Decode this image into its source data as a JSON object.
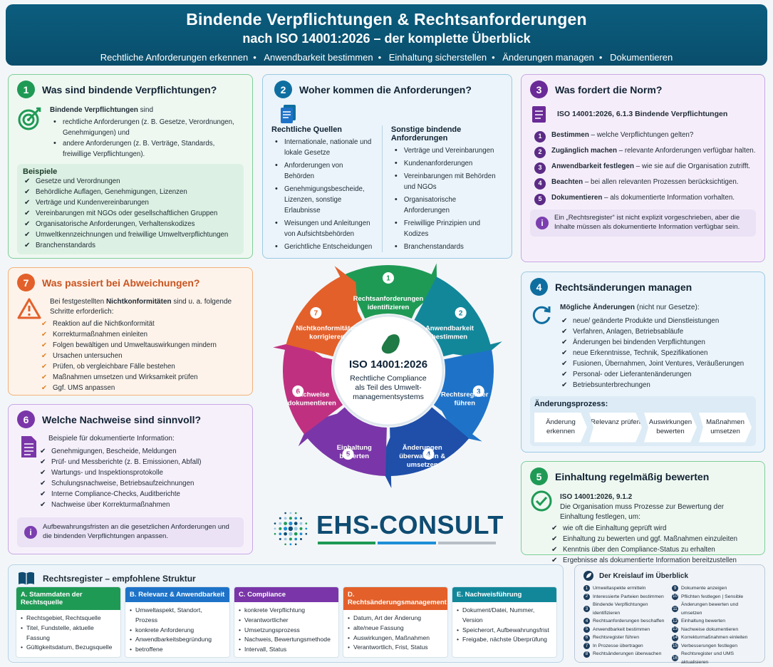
{
  "header": {
    "title": "Bindende Verpflichtungen & Rechtsanforderungen",
    "subtitle": "nach ISO 14001:2026 – der komplette Überblick",
    "nav": [
      "Rechtliche Anforderungen erkennen",
      "Anwendbarkeit bestimmen",
      "Einhaltung sicherstellen",
      "Änderungen managen",
      "Dokumentieren"
    ]
  },
  "c1": {
    "num": "1",
    "title": "Was sind bindende Verpflichtungen?",
    "intro_bold": "Bindende Verpflichtungen",
    "intro_rest": " sind",
    "points": [
      "rechtliche Anforderungen (z. B. Gesetze, Verordnungen, Genehmigungen) und",
      "andere Anforderungen (z. B. Verträge, Standards, freiwillige Verpflichtungen)."
    ],
    "beispiele_title": "Beispiele",
    "beispiele": [
      "Gesetze und Verordnungen",
      "Behördliche Auflagen, Genehmigungen, Lizenzen",
      "Verträge und Kundenvereinbarungen",
      "Vereinbarungen mit NGOs oder gesellschaftlichen Gruppen",
      "Organisatorische Anforderungen, Verhaltenskodizes",
      "Umweltkennzeichnungen und freiwillige Umweltverpflichtungen",
      "Branchenstandards"
    ]
  },
  "c2": {
    "num": "2",
    "title": "Woher kommen die Anforderungen?",
    "left_title": "Rechtliche Quellen",
    "left": [
      "Internationale, nationale und lokale Gesetze",
      "Anforderungen von Behörden",
      "Genehmigungsbescheide, Lizenzen, sonstige Erlaubnisse",
      "Weisungen und Anleitungen von Aufsichtsbehörden",
      "Gerichtliche Entscheidungen"
    ],
    "right_title": "Sonstige bindende Anforderungen",
    "right": [
      "Verträge und Vereinbarungen",
      "Kundenanforderungen",
      "Vereinbarungen mit Behörden und NGOs",
      "Organisatorische Anforderungen",
      "Freiwillige Prinzipien und Kodizes",
      "Branchenstandards"
    ]
  },
  "c3": {
    "num": "3",
    "title": "Was fordert die Norm?",
    "norm": "ISO 14001:2026, 6.1.3 Bindende Verpflichtungen",
    "items": [
      {
        "n": "1",
        "b": "Bestimmen",
        "t": " – welche Verpflichtungen gelten?"
      },
      {
        "n": "2",
        "b": "Zugänglich machen",
        "t": " – relevante Anforderungen verfügbar halten."
      },
      {
        "n": "3",
        "b": "Anwendbarkeit festlegen",
        "t": " – wie sie auf die Organisation zutrifft."
      },
      {
        "n": "4",
        "b": "Beachten",
        "t": " – bei allen relevanten Prozessen berücksichtigen."
      },
      {
        "n": "5",
        "b": "Dokumentieren",
        "t": " – als dokumentierte Information vorhalten."
      }
    ],
    "info": "Ein „Rechtsregister“ ist nicht explizit vorgeschrieben, aber die Inhalte müssen als dokumentierte Information verfügbar sein."
  },
  "c7": {
    "num": "7",
    "title": "Was passiert bei Abweichungen?",
    "intro_a": "Bei festgestellten ",
    "intro_b": "Nichtkonformitäten",
    "intro_c": " sind u. a. folgende Schritte erforderlich:",
    "items": [
      "Reaktion auf die Nichtkonformität",
      "Korrekturmaßnahmen einleiten",
      "Folgen bewältigen und Umweltauswirkungen mindern",
      "Ursachen untersuchen",
      "Prüfen, ob vergleichbare Fälle bestehen",
      "Maßnahmen umsetzen und Wirksamkeit prüfen",
      "Ggf. UMS anpassen"
    ]
  },
  "c6": {
    "num": "6",
    "title": "Welche Nachweise sind sinnvoll?",
    "intro": "Beispiele für dokumentierte Information:",
    "items": [
      "Genehmigungen, Bescheide, Meldungen",
      "Prüf- und Messberichte (z. B. Emissionen, Abfall)",
      "Wartungs- und Inspektionsprotokolle",
      "Schulungsnachweise, Betriebsaufzeichnungen",
      "Interne Compliance-Checks, Auditberichte",
      "Nachweise über Korrekturmaßnahmen"
    ],
    "info": "Aufbewahrungsfristen an die gesetzlichen Anforderungen und die bindenden Verpflichtungen anpassen."
  },
  "c4": {
    "num": "4",
    "title": "Rechtsänderungen managen",
    "intro_b": "Mögliche Änderungen",
    "intro_r": " (nicht nur Gesetze):",
    "items": [
      "neue/ geänderte Produkte und Dienstleistungen",
      "Verfahren, Anlagen, Betriebsabläufe",
      "Änderungen bei bindenden Verpflichtungen",
      "neue Erkenntnisse, Technik, Spezifikationen",
      "Fusionen, Übernahmen, Joint Ventures, Veräußerungen",
      "Personal- oder Lieferantenänderungen",
      "Betriebsunterbrechungen"
    ],
    "process_title": "Änderungsprozess:",
    "process": [
      "Änderung erkennen",
      "Relevanz prüfen",
      "Auswirkungen bewerten",
      "Maßnahmen umsetzen"
    ]
  },
  "c5": {
    "num": "5",
    "title": "Einhaltung regelmäßig bewerten",
    "norm": "ISO 14001:2026, 9.1.2",
    "intro": "Die Organisation muss Prozesse zur Bewertung der Einhaltung festlegen, um:",
    "items": [
      "wie oft die Einhaltung geprüft wird",
      "Einhaltung zu bewerten und ggf. Maßnahmen einzuleiten",
      "Kenntnis über den Compliance-Status zu erhalten",
      "Ergebnisse als dokumentierte Information bereitzustellen"
    ]
  },
  "cycle": {
    "center_title": "ISO 14001:2026",
    "center_sub": "Rechtliche Compliance als Teil des Umwelt-managementsystems",
    "segments": [
      {
        "n": "1",
        "label": "Rechtsanforderungen identifizieren",
        "color": "#1f9a55"
      },
      {
        "n": "2",
        "label": "Anwendbarkeit bestimmen",
        "color": "#12879a"
      },
      {
        "n": "3",
        "label": "Rechtsregister führen",
        "color": "#1e73c8"
      },
      {
        "n": "4",
        "label": "Änderungen überwachen & umsetzen",
        "color": "#1f4fa8"
      },
      {
        "n": "5",
        "label": "Einhaltung bewerten",
        "color": "#7a36a8"
      },
      {
        "n": "6",
        "label": "Nachweise dokumentieren",
        "color": "#c03080"
      },
      {
        "n": "7",
        "label": "Nichtkonformitäten korrigieren",
        "color": "#e3602a"
      }
    ]
  },
  "logo": {
    "text1": "EHS",
    "text2": "-CONSULT"
  },
  "register": {
    "title": "Rechtsregister – empfohlene Struktur",
    "cols": [
      {
        "title": "A. Stammdaten der Rechtsquelle",
        "color": "#1f9a55",
        "items": [
          "Rechtsgebiet, Rechtsquelle",
          "Titel, Fundstelle, aktuelle Fassung",
          "Gültigkeitsdatum, Bezugsquelle"
        ]
      },
      {
        "title": "B. Relevanz & Anwendbarkeit",
        "color": "#1e73c8",
        "items": [
          "Umweltaspekt, Standort, Prozess",
          "konkrete Anforderung",
          "Anwendbarkeitsbegründung",
          "betroffene Behörde/Genehmigung"
        ]
      },
      {
        "title": "C. Compliance",
        "color": "#7a36a8",
        "items": [
          "konkrete Verpflichtung",
          "Verantwortlicher",
          "Umsetzungsprozess",
          "Nachweis, Bewertungsmethode",
          "Intervall, Status"
        ]
      },
      {
        "title": "D. Rechtsänderungsmanagement",
        "color": "#e3602a",
        "items": [
          "Datum, Art der Änderung",
          "alte/neue Fassung",
          "Auswirkungen, Maßnahmen",
          "Verantwortlich, Frist, Status"
        ]
      },
      {
        "title": "E. Nachweisführung",
        "color": "#12879a",
        "items": [
          "Dokument/Datei, Nummer, Version",
          "Speicherort, Aufbewahrungsfrist",
          "Freigabe, nächste Überprüfung"
        ]
      }
    ]
  },
  "kreislauf": {
    "title": "Der Kreislauf im Überblick",
    "left": [
      "Umweltaspekte ermitteln",
      "Interessierte Parteien bestimmen",
      "Bindende Verpflichtungen identifizieren",
      "Rechtsanforderungen beschaffen",
      "Anwendbarkeit bestimmen",
      "Rechtsregister führen",
      "In Prozesse übertragen",
      "Rechtsänderungen überwachen"
    ],
    "right": [
      "Dokumente anzeigen",
      "Pflichten festlegen | Sensible",
      "Änderungen bewerten und umsetzen",
      "Einhaltung bewerten",
      "Nachweise dokumentieren",
      "Korrekturmaßnahmen einleiten",
      "Verbesserungen festlegen",
      "Rechtsregister und UMS aktualisieren"
    ]
  }
}
